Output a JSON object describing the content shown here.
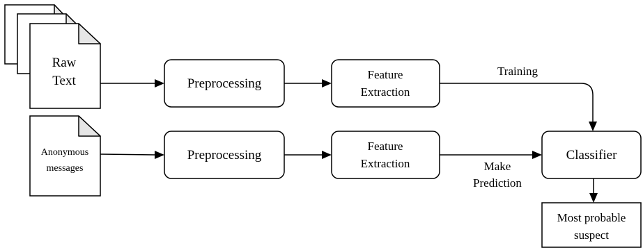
{
  "nodes": {
    "raw_text": {
      "lines": [
        "Raw",
        "Text"
      ]
    },
    "anonymous_messages": {
      "lines": [
        "Anonymous",
        "messages"
      ]
    },
    "preprocessing_top": {
      "label": "Preprocessing"
    },
    "feature_extraction_top": {
      "lines": [
        "Feature",
        "Extraction"
      ]
    },
    "preprocessing_bottom": {
      "label": "Preprocessing"
    },
    "feature_extraction_bottom": {
      "lines": [
        "Feature",
        "Extraction"
      ]
    },
    "classifier": {
      "label": "Classifier"
    },
    "most_probable_suspect": {
      "lines": [
        "Most probable",
        "suspect"
      ]
    }
  },
  "edges": {
    "training_label": "Training",
    "make_prediction_label": [
      "Make",
      "Prediction"
    ]
  }
}
